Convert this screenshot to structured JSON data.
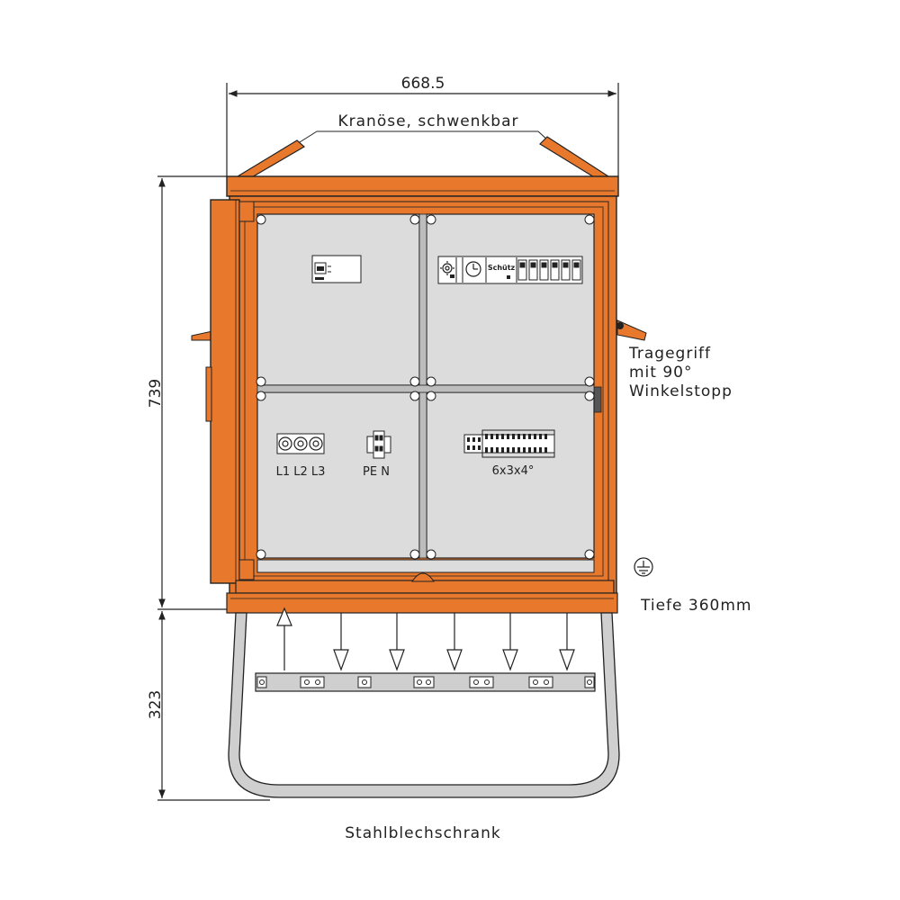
{
  "dimensions": {
    "width": "668.5",
    "height_cabinet": "739",
    "height_stand": "323"
  },
  "labels": {
    "crane_eye": "Kranöse, schwenkbar",
    "handle_line1": "Tragegriff",
    "handle_line2": "mit 90°",
    "handle_line3": "Winkelstopp",
    "depth": "Tiefe 360mm",
    "caption": "Stahlblechschrank",
    "terminals_phases": "L1 L2 L3",
    "terminals_pe_n": "PE N",
    "outlet_terminals": "6x3x4°",
    "contactor": "Schütz"
  },
  "icons": {
    "earth": "earth-ground-icon",
    "timer": "clock-icon",
    "gear": "gear-icon"
  },
  "colors": {
    "frame": "#e8782c",
    "outline": "#222222",
    "panel": "#dcdcdc",
    "stand": "#cfcfcf"
  }
}
